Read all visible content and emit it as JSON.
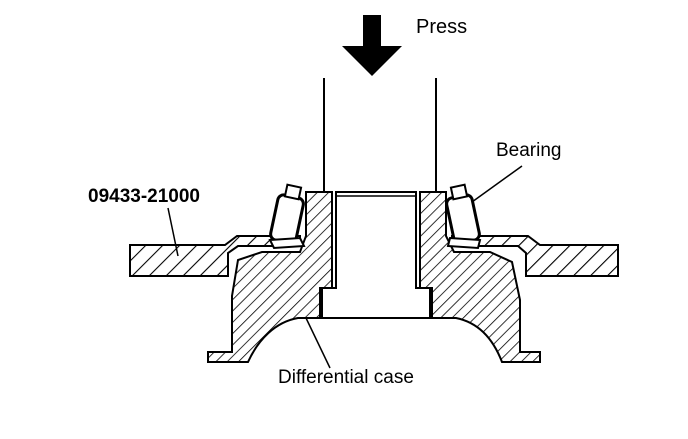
{
  "labels": {
    "press": "Press",
    "bearing": "Bearing",
    "tool": "09433-21000",
    "case": "Differential case"
  },
  "colors": {
    "ink": "#000000",
    "paper": "#ffffff"
  }
}
